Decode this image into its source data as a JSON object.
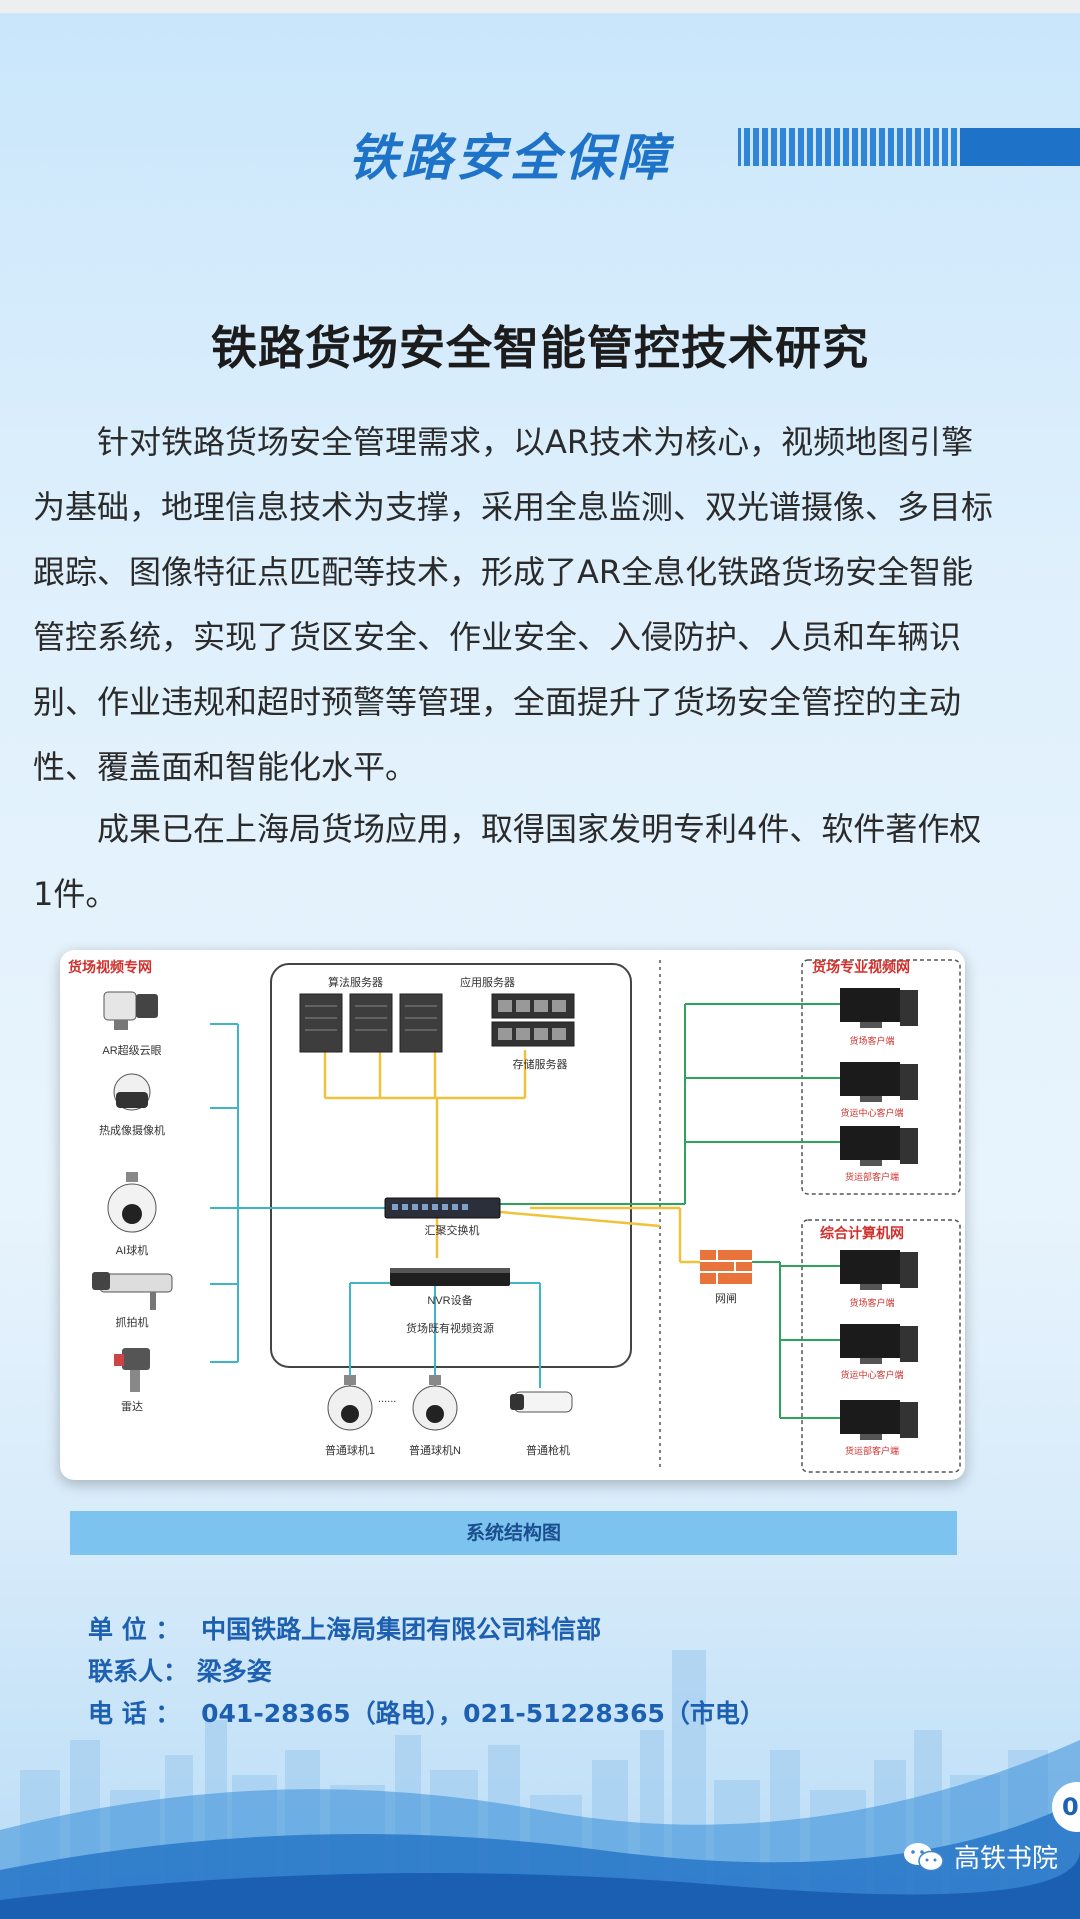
{
  "header": {
    "title": "铁路安全保障"
  },
  "article": {
    "title": "铁路货场安全智能管控技术研究",
    "p1": "针对铁路货场安全管理需求，以AR技术为核心，视频地图引擎为基础，地理信息技术为支撑，采用全息监测、双光谱摄像、多目标跟踪、图像特征点匹配等技术，形成了AR全息化铁路货场安全智能管控系统，实现了货区安全、作业安全、入侵防护、人员和车辆识别、作业违规和超时预警等管理，全面提升了货场安全管控的主动性、覆盖面和智能化水平。",
    "p2": "成果已在上海局货场应用，取得国家发明专利4件、软件著作权1件。"
  },
  "diagram": {
    "left_group_title": "货场视频专网",
    "left_devices": [
      "AR超级云眼",
      "热成像摄像机",
      "AI球机",
      "抓拍机",
      "雷达"
    ],
    "algo_server": "算法服务器",
    "app_server": "应用服务器",
    "storage_server": "存储服务器",
    "switch": "汇聚交换机",
    "nvr": "NVR设备",
    "existing_resources": "货场既有视频资源",
    "bottom_devices": [
      "普通球机1",
      "普通球机N",
      "普通枪机"
    ],
    "ellipsis": "......",
    "gateway": "网闸",
    "right_top_title": "货场专业视频网",
    "right_top_clients": [
      "货场客户端",
      "货运中心客户端",
      "货运部客户端"
    ],
    "right_bottom_title": "综合计算机网",
    "right_bottom_clients": [
      "货场客户端",
      "货运中心客户端",
      "货运部客户端"
    ],
    "caption": "系统结构图"
  },
  "contact": {
    "unit_label": "单 位 ：",
    "unit_value": "中国铁路上海局集团有限公司科信部",
    "person_label": "联系人：",
    "person_value": "梁多姿",
    "phone_label": "电 话 ：",
    "phone_value": "041-28365（路电），021-51228365（市电）"
  },
  "footer": {
    "page_number": "0",
    "brand": "高铁书院"
  },
  "colors": {
    "accent_blue": "#1e73c8",
    "caption_bar": "#7cc3ef",
    "line_cyan": "#3fb6c8",
    "line_yellow": "#f0c23c",
    "line_green": "#2fa35a"
  }
}
